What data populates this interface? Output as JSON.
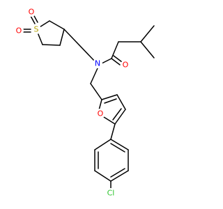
{
  "molecule": {
    "atoms": {
      "sulfur": {
        "label": "S",
        "color": "#b3a100"
      },
      "sulfonyl_o1": {
        "label": "O",
        "color": "#ff0000"
      },
      "sulfonyl_o2": {
        "label": "O",
        "color": "#ff0000"
      },
      "nitrogen": {
        "label": "N",
        "color": "#0000ff"
      },
      "amide_oxygen": {
        "label": "O",
        "color": "#ff0000"
      },
      "furan_oxygen": {
        "label": "O",
        "color": "#ff0000"
      },
      "chlorine": {
        "label": "Cl",
        "color": "#2fc52f"
      }
    }
  }
}
